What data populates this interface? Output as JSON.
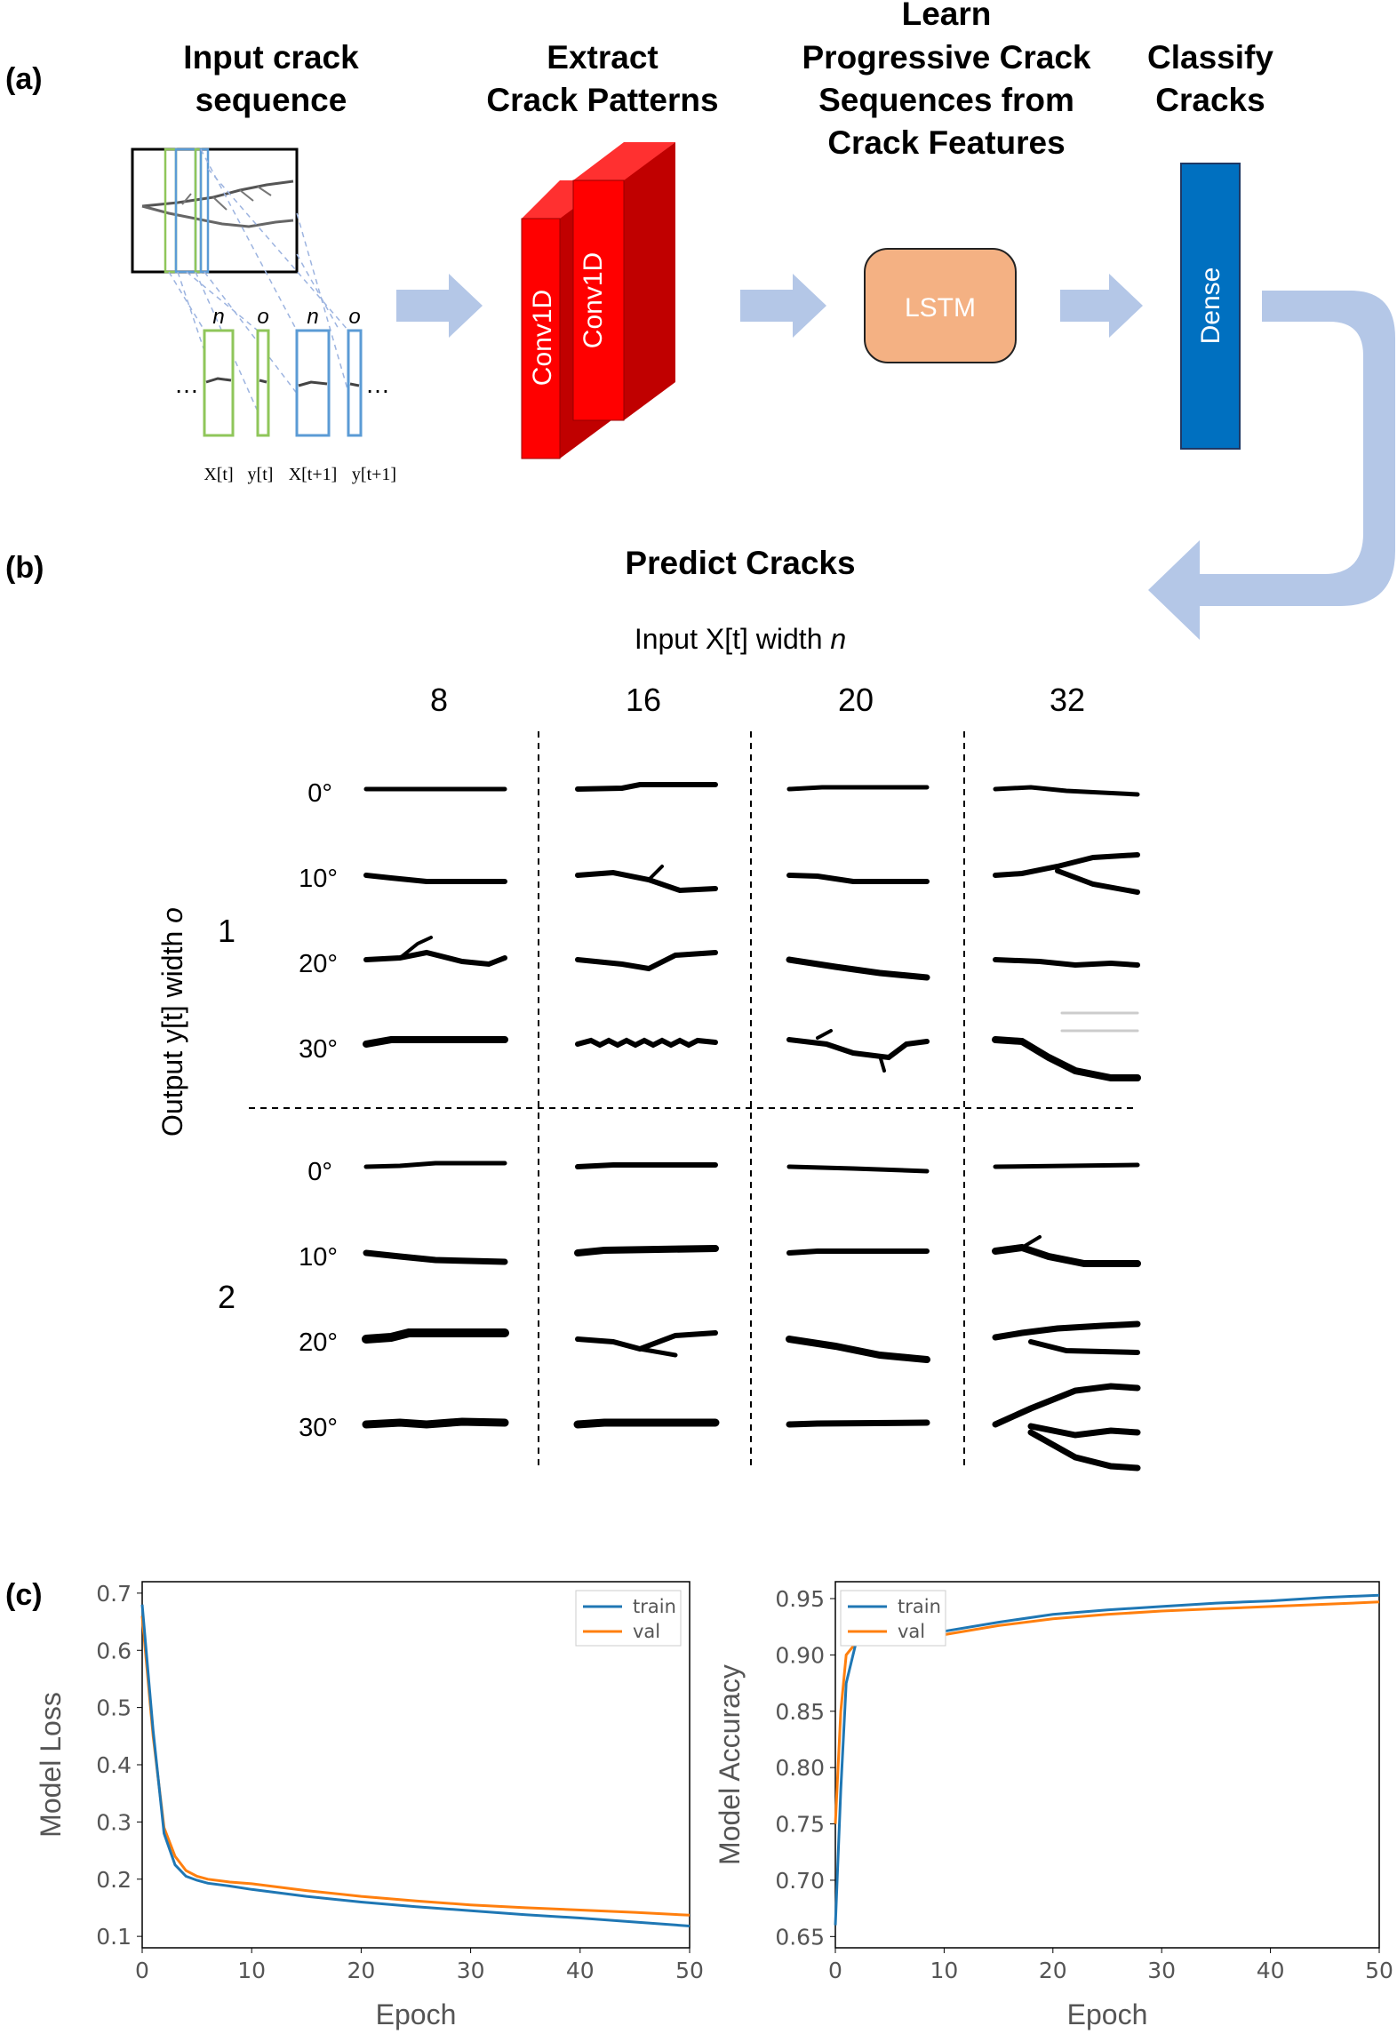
{
  "panel_labels": {
    "a": "(a)",
    "b": "(b)",
    "c": "(c)"
  },
  "stages": {
    "input": {
      "line1": "Input crack",
      "line2": "sequence"
    },
    "extract": {
      "line1": "Extract",
      "line2": "Crack Patterns"
    },
    "learn": {
      "line1": "Learn",
      "line2": "Progressive Crack",
      "line3": "Sequences from",
      "line4": "Crack Features"
    },
    "classify": {
      "line1": "Classify",
      "line2": "Cracks"
    },
    "predict": "Predict Cracks"
  },
  "blocks": {
    "conv1": "Conv1D",
    "conv2": "Conv1D",
    "lstm": "LSTM",
    "dense": "Dense"
  },
  "sequence": {
    "n": "n",
    "o": "o",
    "dots": "…",
    "labels": [
      "X[t]",
      "y[t]",
      "X[t+1]",
      "y[t+1]"
    ]
  },
  "grid": {
    "x_title": "Input X[t] width ",
    "x_title_var": "n",
    "y_title": "Output y[t] width ",
    "y_title_var": "o",
    "widths": [
      "8",
      "16",
      "20",
      "32"
    ],
    "outputs": [
      "1",
      "2"
    ],
    "angles": [
      "0°",
      "10°",
      "20°",
      "30°"
    ]
  },
  "chart_data": [
    {
      "type": "line",
      "xlabel": "Epoch",
      "ylabel": "Model Loss",
      "xlim": [
        0,
        50
      ],
      "ylim": [
        0.08,
        0.72
      ],
      "xticks": [
        "0",
        "10",
        "20",
        "30",
        "40",
        "50"
      ],
      "yticks": [
        "0.1",
        "0.2",
        "0.3",
        "0.4",
        "0.5",
        "0.6",
        "0.7"
      ],
      "legend_position": "top-right",
      "series": [
        {
          "name": "train",
          "color": "#1f77b4",
          "x": [
            0,
            1,
            2,
            3,
            4,
            5,
            6,
            8,
            10,
            15,
            20,
            25,
            30,
            35,
            40,
            45,
            50
          ],
          "y": [
            0.68,
            0.46,
            0.28,
            0.225,
            0.205,
            0.198,
            0.193,
            0.188,
            0.182,
            0.17,
            0.16,
            0.152,
            0.145,
            0.138,
            0.132,
            0.125,
            0.118
          ]
        },
        {
          "name": "val",
          "color": "#ff7f0e",
          "x": [
            0,
            1,
            2,
            3,
            4,
            5,
            6,
            8,
            10,
            15,
            20,
            25,
            30,
            35,
            40,
            45,
            50
          ],
          "y": [
            0.66,
            0.45,
            0.29,
            0.24,
            0.215,
            0.205,
            0.2,
            0.195,
            0.192,
            0.18,
            0.17,
            0.162,
            0.155,
            0.15,
            0.146,
            0.142,
            0.137
          ]
        }
      ]
    },
    {
      "type": "line",
      "xlabel": "Epoch",
      "ylabel": "Model Accuracy",
      "xlim": [
        0,
        50
      ],
      "ylim": [
        0.64,
        0.965
      ],
      "xticks": [
        "0",
        "10",
        "20",
        "30",
        "40",
        "50"
      ],
      "yticks": [
        "0.65",
        "0.70",
        "0.75",
        "0.80",
        "0.85",
        "0.90",
        "0.95"
      ],
      "legend_position": "top-left",
      "series": [
        {
          "name": "train",
          "color": "#1f77b4",
          "x": [
            0,
            0.5,
            1,
            2,
            3,
            5,
            8,
            10,
            15,
            20,
            25,
            30,
            35,
            40,
            45,
            50
          ],
          "y": [
            0.66,
            0.78,
            0.875,
            0.915,
            0.919,
            0.919,
            0.919,
            0.921,
            0.929,
            0.936,
            0.94,
            0.943,
            0.946,
            0.948,
            0.951,
            0.953
          ]
        },
        {
          "name": "val",
          "color": "#ff7f0e",
          "x": [
            0,
            0.5,
            1,
            2,
            3,
            5,
            8,
            10,
            15,
            20,
            25,
            30,
            35,
            40,
            45,
            50
          ],
          "y": [
            0.75,
            0.85,
            0.9,
            0.912,
            0.914,
            0.915,
            0.916,
            0.918,
            0.926,
            0.932,
            0.936,
            0.939,
            0.941,
            0.943,
            0.945,
            0.947
          ]
        }
      ]
    }
  ]
}
